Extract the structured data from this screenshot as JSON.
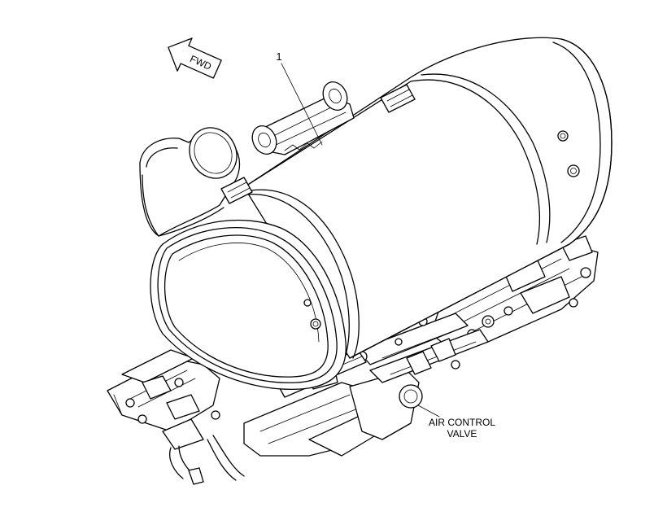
{
  "callout": {
    "number": "1"
  },
  "fwd_arrow": {
    "label": "FWD"
  },
  "air_control_valve": {
    "line1": "AIR CONTROL",
    "line2": "VALVE"
  }
}
